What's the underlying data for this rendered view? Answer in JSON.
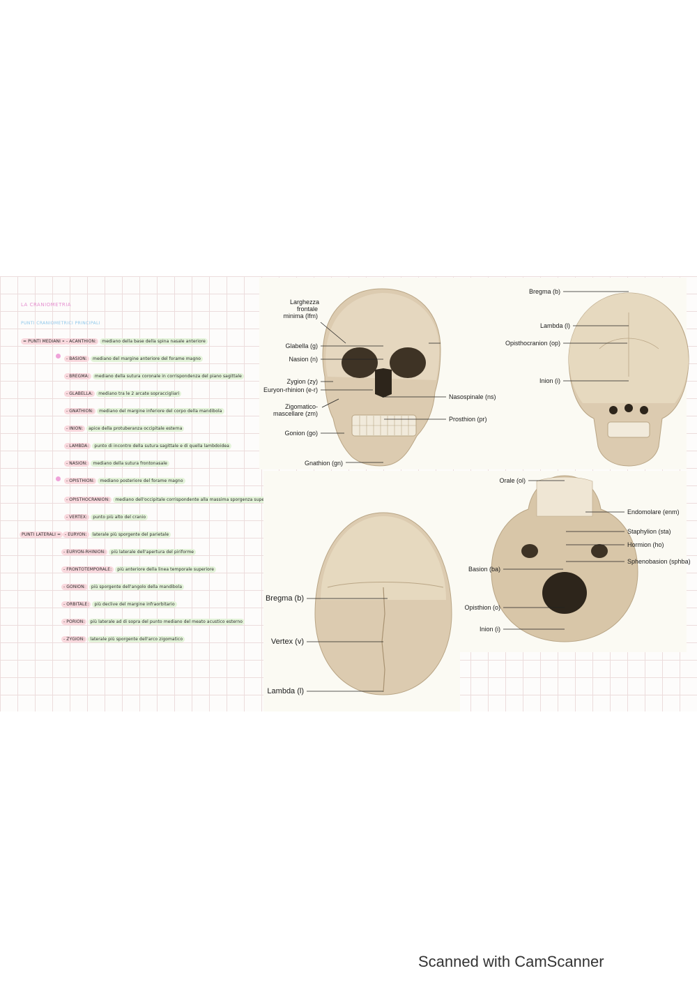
{
  "notes": {
    "title": "LA CRANIOMETRIA",
    "subtitle": "PUNTI CRANIOMETRICI PRINCIPALI",
    "median_heading": "= PUNTI MEDIANI =",
    "lateral_heading": "PUNTI LATERALI =",
    "median_points": [
      {
        "term": "- ACANTHION:",
        "def": "mediano della base della spina nasale anteriore"
      },
      {
        "term": "- BASION:",
        "def": "mediano del margine anteriore del forame magno"
      },
      {
        "term": "- BREGMA:",
        "def": "mediano della sutura coronale in corrispondenza del piano sagittale"
      },
      {
        "term": "- GLABELLA:",
        "def": "mediano tra le 2 arcate sopraccigliari"
      },
      {
        "term": "- GNATHION:",
        "def": "mediano del margine inferiore del corpo della mandibola"
      },
      {
        "term": "- INION:",
        "def": "apice della protuberanza occipitale esterna"
      },
      {
        "term": "- LAMBDA:",
        "def": "punto di incontro della sutura sagittale e di quella lambdoidea"
      },
      {
        "term": "- NASION:",
        "def": "mediano della sutura frontonasale"
      },
      {
        "term": "- OPISTHION:",
        "def": "mediano posteriore del forame magno"
      },
      {
        "term": "- OPISTHOCRANION:",
        "def": "mediano dell'occipitale corrispondente alla massima sporgenza superiore del cranio"
      },
      {
        "term": "- VERTEX:",
        "def": "punto più alto del cranio"
      }
    ],
    "lateral_points": [
      {
        "term": "- EURYON:",
        "def": "laterale più sporgente del parietale"
      },
      {
        "term": "- EURYON-RHINION:",
        "def": "più laterale dell'apertura del piriforme"
      },
      {
        "term": "- FRONTOTEMPORALE:",
        "def": "più anteriore della linea temporale superiore"
      },
      {
        "term": "- GONION:",
        "def": "più sporgente dell'angolo della mandibola"
      },
      {
        "term": "- ORBITALE:",
        "def": "più declive del margine infraorbitario"
      },
      {
        "term": "- PORION:",
        "def": "più laterale ad di sopra del punto mediano del meato acustico esterno"
      },
      {
        "term": "- ZYGION:",
        "def": "laterale più sporgente dell'arco zigomatico"
      }
    ]
  },
  "front_view": {
    "labels": [
      "Larghezza",
      "frontale",
      "minima (lfm)",
      "Glabella (g)",
      "Nasion (n)",
      "Zygion (zy)",
      "Euryon-rhinion (e-r)",
      "Zigomatico-",
      "mascellare (zm)",
      "Gonion (go)",
      "Gnathion (gn)",
      "Nasospinale (ns)",
      "Prosthion (pr)"
    ]
  },
  "back_view": {
    "labels": [
      "Bregma (b)",
      "Lambda (l)",
      "Opisthocranion (op)",
      "Inion (i)"
    ]
  },
  "top_view": {
    "labels": [
      "Bregma (b)",
      "Vertex (v)",
      "Lambda (l)"
    ]
  },
  "base_view": {
    "labels": [
      "Orale (ol)",
      "Endomolare (enm)",
      "Staphylion (sta)",
      "Hormion (ho)",
      "Sphenobasion (sphba)",
      "Basion (ba)",
      "Opisthion (o)",
      "Inion (i)"
    ]
  },
  "footer": "Scanned with CamScanner"
}
